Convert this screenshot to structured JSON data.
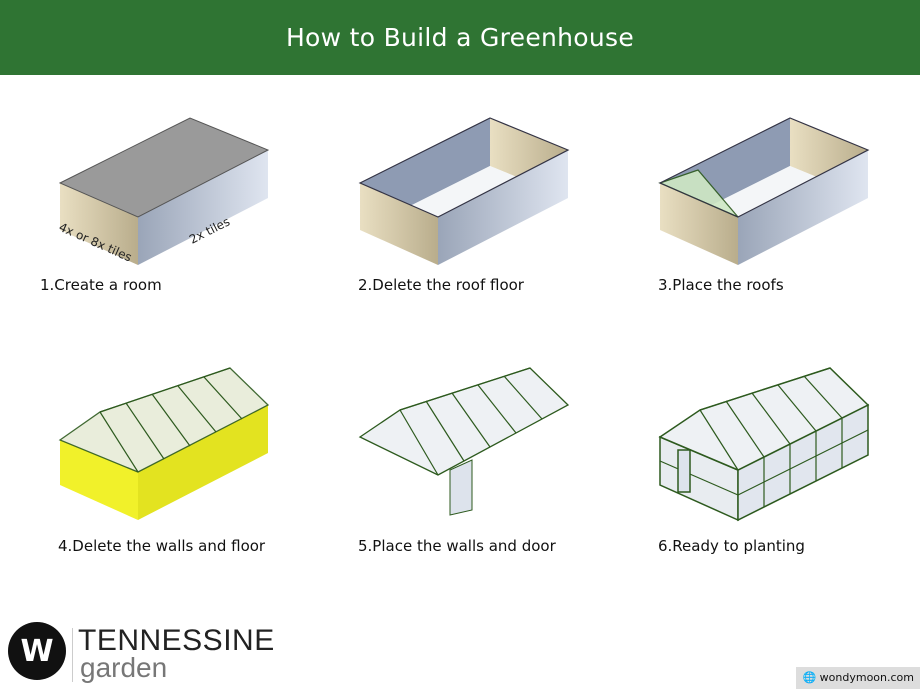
{
  "header": {
    "title": "How to Build a Greenhouse"
  },
  "steps": [
    {
      "label": "1.Create a room"
    },
    {
      "label": "2.Delete the roof floor"
    },
    {
      "label": "3.Place the roofs"
    },
    {
      "label": "4.Delete the walls and floor"
    },
    {
      "label": "5.Place the walls and door"
    },
    {
      "label": "6.Ready to planting"
    }
  ],
  "annotations": {
    "short_side": "4x or 8x tiles",
    "long_side": "2x tiles"
  },
  "brand": {
    "logo_letter": "W",
    "name": "TENNESSINE",
    "sub": "garden"
  },
  "watermark": "wondymoon.com",
  "colors": {
    "header": "#2f7433",
    "frame": "#2d5a1e",
    "highlight": "#f2f21a"
  }
}
